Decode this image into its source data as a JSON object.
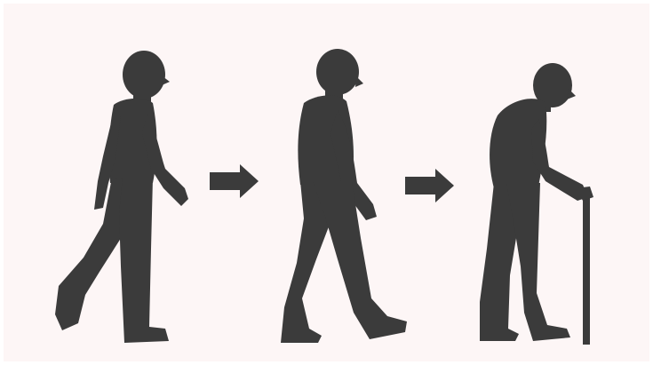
{
  "colors": {
    "background": "#fdf6f6",
    "border": "#ffffff",
    "silhouette": "#3b3b3b",
    "arrow": "#3b3b3b"
  },
  "stages": [
    {
      "name": "young-adult",
      "icon": "walking-young-man-icon"
    },
    {
      "name": "middle-aged",
      "icon": "walking-middle-aged-man-icon"
    },
    {
      "name": "elderly",
      "icon": "elderly-man-with-cane-icon"
    }
  ],
  "arrows": [
    {
      "icon": "arrow-right-icon"
    },
    {
      "icon": "arrow-right-icon"
    }
  ]
}
